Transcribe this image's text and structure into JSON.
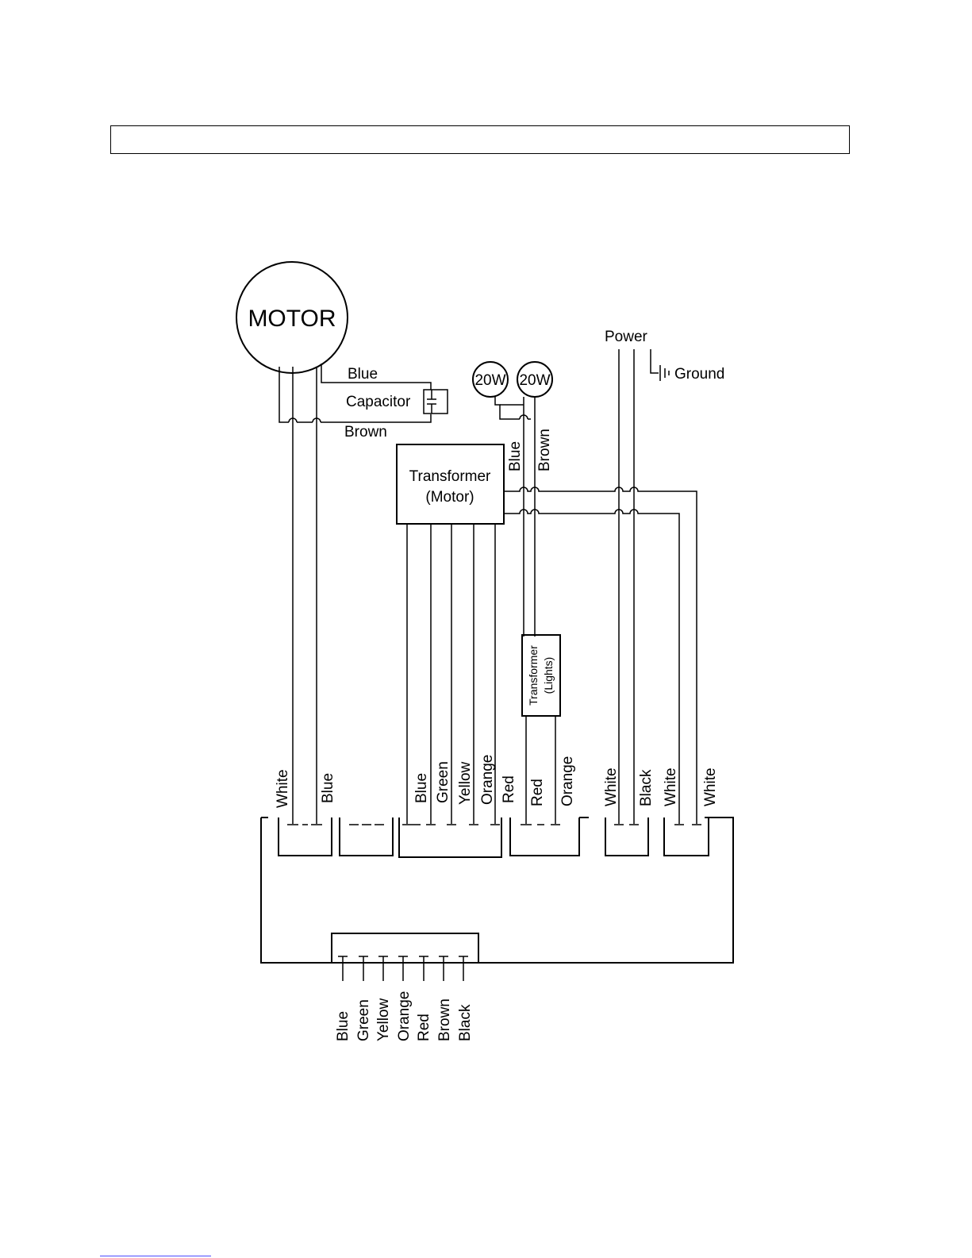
{
  "colors": {
    "line": "#000000",
    "background": "#ffffff",
    "link_underline": "#4a4aff"
  },
  "header": {
    "text": ""
  },
  "diagram": {
    "motor": "MOTOR",
    "capacitor": "Capacitor",
    "motor_wire_top": "Blue",
    "motor_wire_bottom": "Brown",
    "lamp_left": "20W",
    "lamp_right": "20W",
    "lamp_wire_left": "Blue",
    "lamp_wire_right": "Brown",
    "power": "Power",
    "ground": "Ground",
    "transformer_motor_line1": "Transformer",
    "transformer_motor_line2": "(Motor)",
    "transformer_lights_line1": "Transformer",
    "transformer_lights_line2": "(Lights)",
    "board_labels": [
      "White",
      "Blue",
      "Blue",
      "Green",
      "Yellow",
      "Orange",
      "Red",
      "Red",
      "Orange",
      "White",
      "Black",
      "White",
      "White"
    ],
    "bottom_labels": [
      "Blue",
      "Green",
      "Yellow",
      "Orange",
      "Red",
      "Brown",
      "Black"
    ]
  }
}
